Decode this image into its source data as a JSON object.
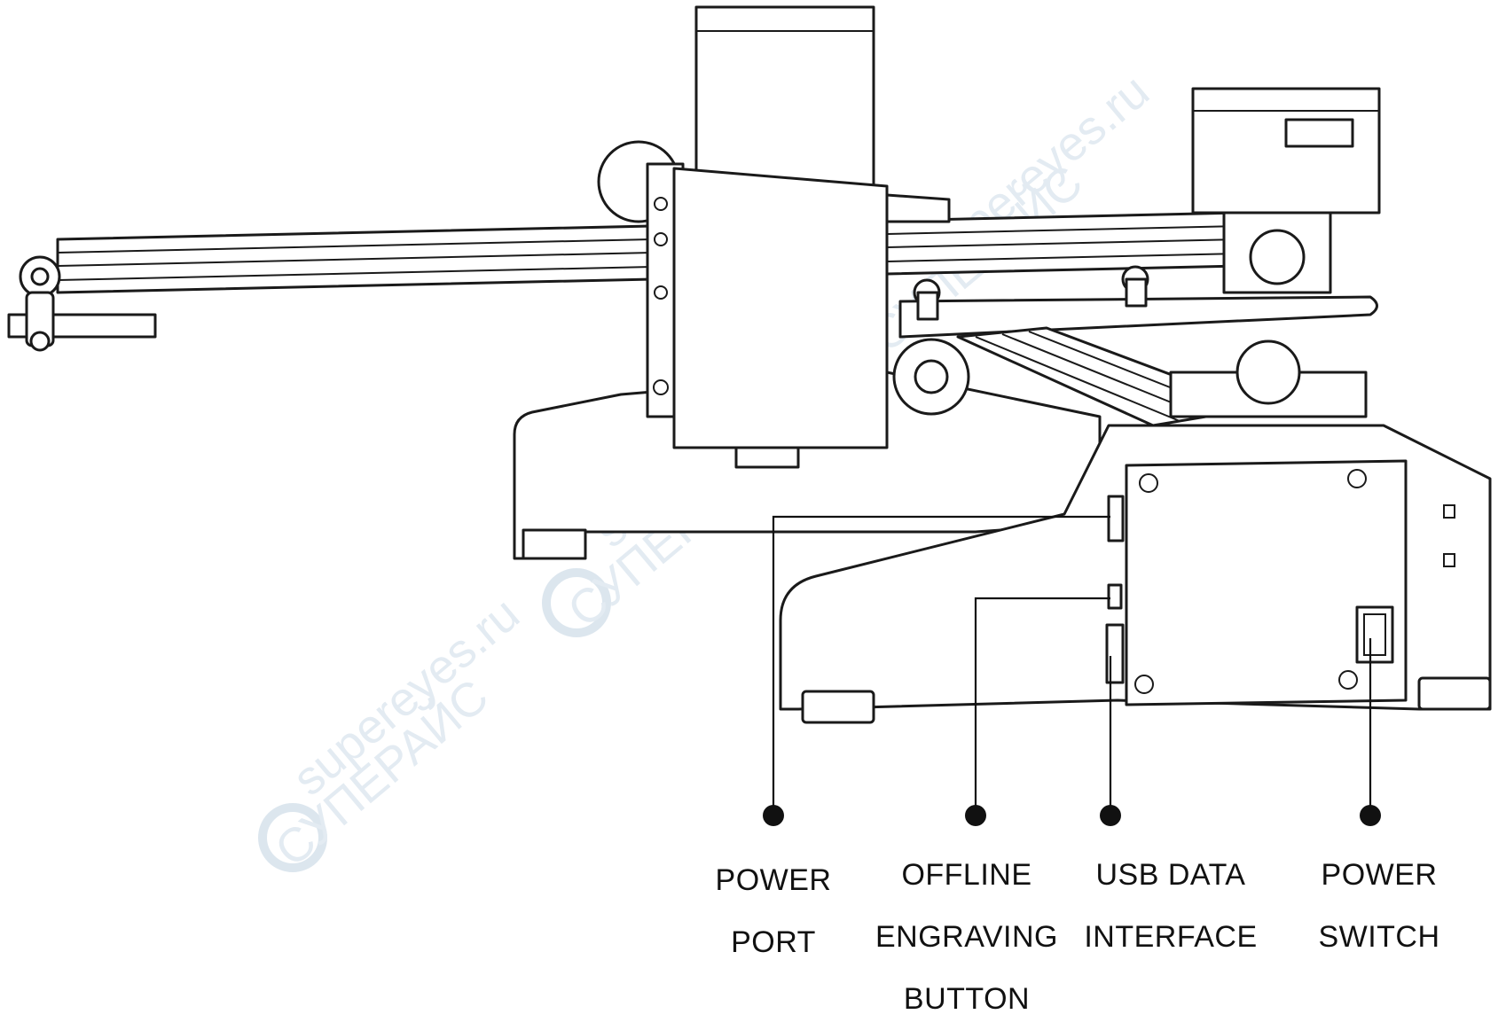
{
  "watermark": {
    "text_latin": "supereyes.ru",
    "text_cyrillic": "СУПЕРАЙС"
  },
  "callouts": [
    {
      "id": "power-port",
      "lines": [
        "POWER",
        "PORT"
      ]
    },
    {
      "id": "offline-engraving-button",
      "lines": [
        "OFFLINE",
        "ENGRAVING",
        "BUTTON"
      ]
    },
    {
      "id": "usb-data-interface",
      "lines": [
        "USB DATA",
        "INTERFACE"
      ]
    },
    {
      "id": "power-switch",
      "lines": [
        "POWER",
        "SWITCH"
      ]
    }
  ],
  "colors": {
    "line": "#1a1a1a",
    "watermark": "#dce6ee",
    "background": "#ffffff"
  }
}
